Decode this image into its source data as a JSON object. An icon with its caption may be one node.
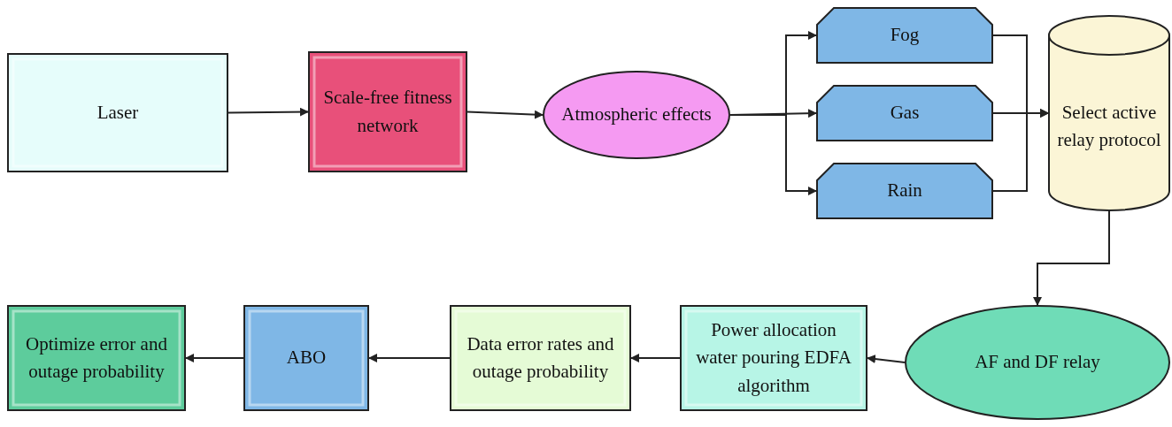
{
  "diagram": {
    "nodes": [
      {
        "text": [
          "Laser"
        ]
      },
      {
        "text": [
          "Scale-free fitness network"
        ]
      },
      {
        "text": [
          "Atmospheric effects"
        ]
      },
      {
        "text": [
          "Fog"
        ]
      },
      {
        "text": [
          "Gas"
        ]
      },
      {
        "text": [
          "Rain"
        ]
      },
      {
        "text": [
          "Select active relay protocol"
        ]
      },
      {
        "text": [
          "AF and DF relay"
        ]
      },
      {
        "text": [
          "Power allocation water pouring EDFA algorithm"
        ]
      },
      {
        "text": [
          "Data error rates and outage probability"
        ]
      },
      {
        "text": [
          "ABO"
        ]
      },
      {
        "text": [
          "Optimize error and outage probability"
        ]
      }
    ],
    "edges": [
      {
        "from": 0,
        "to": 1,
        "arrow": "to"
      },
      {
        "from": 1,
        "to": 2,
        "arrow": "to"
      },
      {
        "from": 2,
        "to": 3,
        "arrow": "to"
      },
      {
        "from": 2,
        "to": 4,
        "arrow": "to"
      },
      {
        "from": 2,
        "to": 5,
        "arrow": "to"
      },
      {
        "from": 3,
        "to": 6,
        "arrow": "to"
      },
      {
        "from": 4,
        "to": 6,
        "arrow": "to"
      },
      {
        "from": 5,
        "to": 6,
        "arrow": "to"
      },
      {
        "from": 6,
        "to": 7,
        "arrow": "to"
      },
      {
        "from": 7,
        "to": 8,
        "arrow": "to"
      },
      {
        "from": 8,
        "to": 9,
        "arrow": "to"
      },
      {
        "from": 9,
        "to": 10,
        "arrow": "to"
      },
      {
        "from": 10,
        "to": 11,
        "arrow": "to"
      }
    ]
  }
}
